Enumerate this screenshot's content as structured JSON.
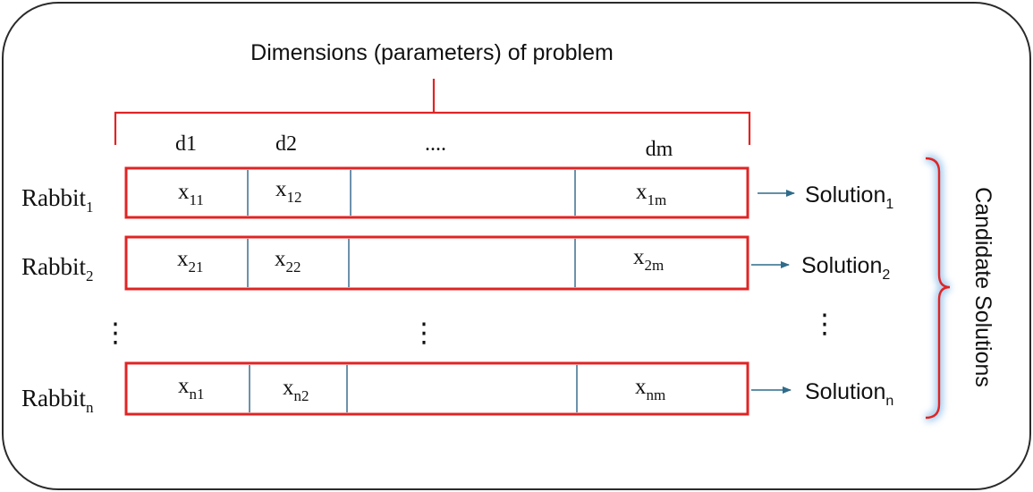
{
  "title": "Dimensions (parameters) of problem",
  "dimension_labels": [
    "d1",
    "d2",
    "....",
    "dm"
  ],
  "rows": [
    {
      "rabbit": "Rabbit",
      "rabbit_sub": "1",
      "cells": [
        {
          "base": "x",
          "sub": "11"
        },
        {
          "base": "x",
          "sub": "12"
        },
        {
          "base": "",
          "sub": ""
        },
        {
          "base": "x",
          "sub": "1m"
        }
      ],
      "solution": "Solution",
      "solution_sub": "1"
    },
    {
      "rabbit": "Rabbit",
      "rabbit_sub": "2",
      "cells": [
        {
          "base": "x",
          "sub": "21"
        },
        {
          "base": "x",
          "sub": "22"
        },
        {
          "base": "",
          "sub": ""
        },
        {
          "base": "x",
          "sub": "2m"
        }
      ],
      "solution": "Solution",
      "solution_sub": "2"
    },
    {
      "rabbit": "Rabbit",
      "rabbit_sub": "n",
      "cells": [
        {
          "base": "x",
          "sub": "n1"
        },
        {
          "base": "x",
          "sub": "n2"
        },
        {
          "base": "",
          "sub": ""
        },
        {
          "base": "x",
          "sub": "nm"
        }
      ],
      "solution": "Solution",
      "solution_sub": "n"
    }
  ],
  "ellipsis": "⋮",
  "side_label": "Candidate Solutions",
  "colors": {
    "bracket": "#e02424",
    "cell_border": "#e02424",
    "divider": "#3b6e8f",
    "arrow": "#2f6b8a",
    "frame": "#2b2b2b",
    "glow": "#9ec8ec",
    "text": "#111111"
  }
}
